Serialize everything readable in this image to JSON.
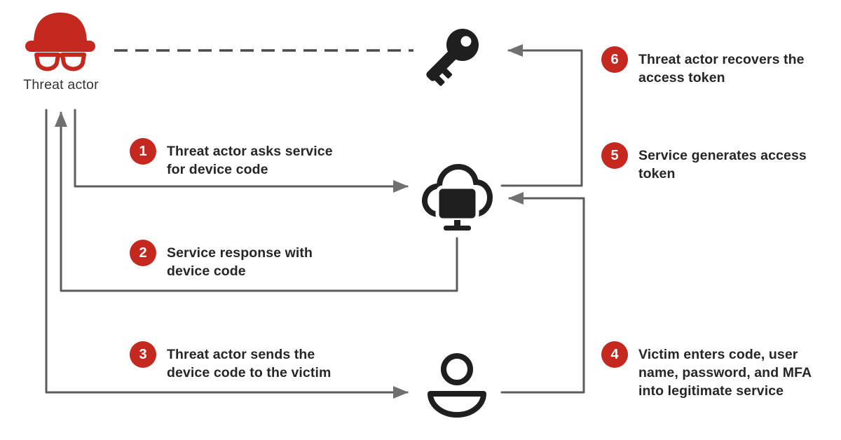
{
  "actors": {
    "threat_actor": {
      "label": "Threat actor",
      "icon": "threat-actor-icon"
    },
    "access_token": {
      "icon": "key-icon"
    },
    "service": {
      "icon": "cloud-service-icon"
    },
    "victim": {
      "icon": "person-icon"
    }
  },
  "steps": [
    {
      "number": "1",
      "text": "Threat actor asks service\nfor device code"
    },
    {
      "number": "2",
      "text": "Service response with\ndevice code"
    },
    {
      "number": "3",
      "text": "Threat actor sends the\ndevice code to the victim"
    },
    {
      "number": "4",
      "text": "Victim enters code, user\nname, password, and MFA\ninto legitimate service"
    },
    {
      "number": "5",
      "text": "Service generates access\ntoken"
    },
    {
      "number": "6",
      "text": "Threat actor recovers the\naccess token"
    }
  ],
  "colors": {
    "accent_red": "#C5281F",
    "line_gray": "#5C5C5C",
    "arrow_gray": "#707070",
    "dash_gray": "#4A4A4A",
    "icon_black": "#1F1F1F",
    "text": "#262626",
    "background": "#FFFFFF"
  }
}
